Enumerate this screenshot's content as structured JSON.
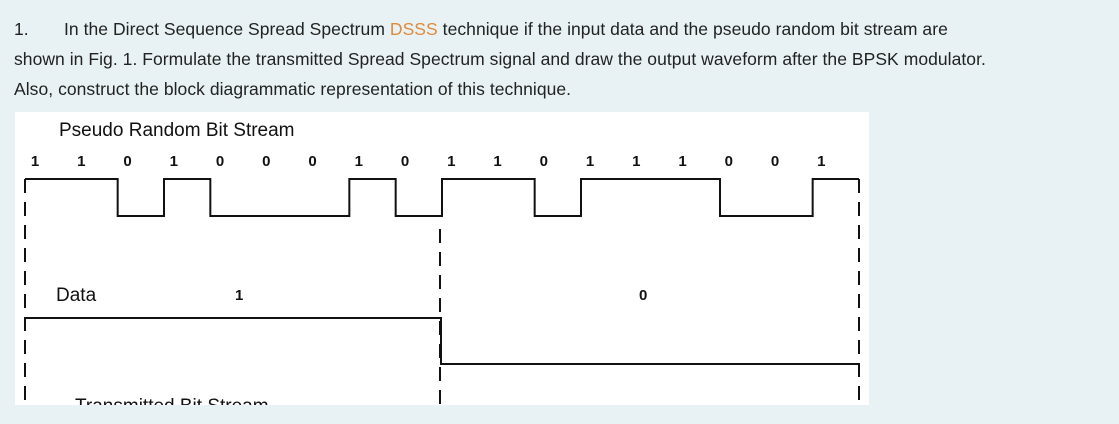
{
  "question": {
    "number": "1.",
    "line1_before": "In the Direct Sequence Spread Spectrum ",
    "highlight": "DSSS",
    "line1_after": " technique if the input data  and the pseudo random bit stream are",
    "line2": "shown in Fig. 1. Formulate the transmitted Spread Spectrum signal and draw the output waveform after the BPSK modulator.",
    "line3": "Also, construct the block diagrammatic representation of this technique."
  },
  "figure": {
    "pn_title": "Pseudo Random Bit Stream",
    "pn_bits": [
      "1",
      "1",
      "0",
      "1",
      "0",
      "0",
      "0",
      "1",
      "0",
      "1",
      "1",
      "0",
      "1",
      "1",
      "1",
      "0",
      "0",
      "1"
    ],
    "data_label": "Data",
    "data_bits": [
      "1",
      "0"
    ],
    "bottom_partial_label": "Transmitted Bit Stream"
  },
  "colors": {
    "page_background": "#e8f2f4",
    "highlight": "#e08a3c",
    "figure_background": "#ffffff",
    "waveform": "#111111"
  }
}
